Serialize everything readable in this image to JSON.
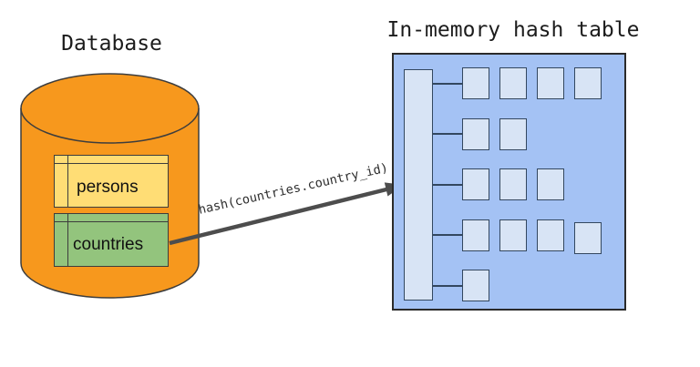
{
  "diagram": {
    "database": {
      "title": "Database",
      "cylinder_fill": "#F7981D",
      "outline_color": "#3d3d3d",
      "tables": [
        {
          "name": "persons",
          "fill": "#FFDD75"
        },
        {
          "name": "countries",
          "fill": "#93C47D"
        }
      ]
    },
    "hash_table": {
      "title": "In-memory hash table",
      "panel_fill": "#A4C2F4",
      "cell_fill": "#D8E4F5",
      "inner_border_color": "#33475f",
      "bucket_rows": [
        {
          "cell_offsets": [
            0,
            0,
            0,
            0
          ]
        },
        {
          "cell_offsets": [
            0,
            0
          ]
        },
        {
          "cell_offsets": [
            0,
            0,
            0
          ]
        },
        {
          "cell_offsets": [
            0,
            0,
            0,
            3
          ]
        },
        {
          "cell_offsets": [
            0
          ]
        }
      ]
    },
    "arrow": {
      "label": "hash(countries.country_id)",
      "color": "#4d4d4d"
    }
  }
}
